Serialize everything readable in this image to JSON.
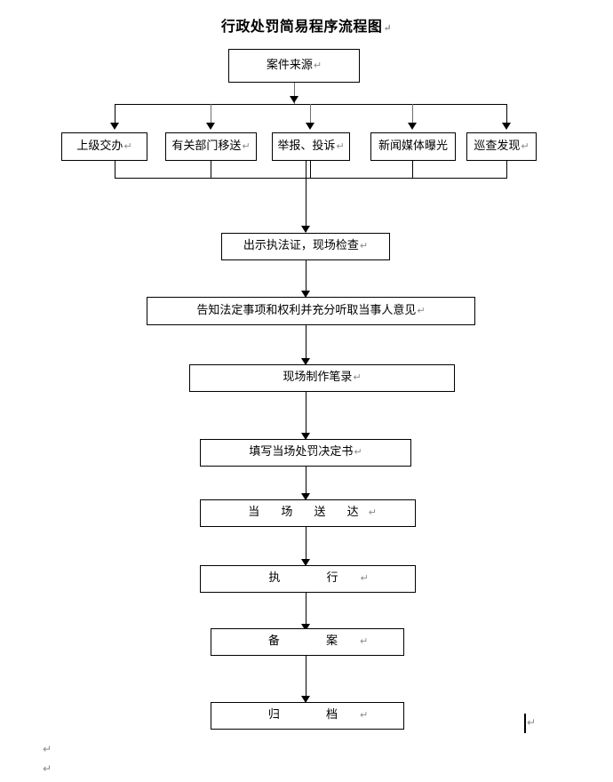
{
  "document": {
    "title": "行政处罚简易程序流程图",
    "pilcrow": "↵"
  },
  "chart_data": {
    "type": "diagram",
    "title": "行政处罚简易程序流程图",
    "orientation": "top-to-bottom",
    "nodes": [
      {
        "id": "source",
        "label": "案件来源",
        "level": 0
      },
      {
        "id": "src1",
        "label": "上级交办",
        "level": 1
      },
      {
        "id": "src2",
        "label": "有关部门移送",
        "level": 1
      },
      {
        "id": "src3",
        "label": "举报、投诉",
        "level": 1
      },
      {
        "id": "src4",
        "label": "新闻媒体曝光",
        "level": 1
      },
      {
        "id": "src5",
        "label": "巡查发现",
        "level": 1
      },
      {
        "id": "inspect",
        "label": "出示执法证，现场检查",
        "level": 2
      },
      {
        "id": "notify",
        "label": "告知法定事项和权利并充分听取当事人意见",
        "level": 3
      },
      {
        "id": "record",
        "label": "现场制作笔录",
        "level": 4
      },
      {
        "id": "decision",
        "label": "填写当场处罚决定书",
        "level": 5
      },
      {
        "id": "serve",
        "label": "当 场 送 达",
        "level": 6
      },
      {
        "id": "execute",
        "label": "执  行",
        "level": 7
      },
      {
        "id": "filerecord",
        "label": "备  案",
        "level": 8
      },
      {
        "id": "archive",
        "label": "归  档",
        "level": 9
      }
    ],
    "edges": [
      {
        "from": "source",
        "to": "src1"
      },
      {
        "from": "source",
        "to": "src2"
      },
      {
        "from": "source",
        "to": "src3"
      },
      {
        "from": "source",
        "to": "src4"
      },
      {
        "from": "source",
        "to": "src5"
      },
      {
        "from": "src1",
        "to": "inspect"
      },
      {
        "from": "src2",
        "to": "inspect"
      },
      {
        "from": "src3",
        "to": "inspect"
      },
      {
        "from": "src4",
        "to": "inspect"
      },
      {
        "from": "src5",
        "to": "inspect"
      },
      {
        "from": "inspect",
        "to": "notify"
      },
      {
        "from": "notify",
        "to": "record"
      },
      {
        "from": "record",
        "to": "decision"
      },
      {
        "from": "decision",
        "to": "serve"
      },
      {
        "from": "serve",
        "to": "execute"
      },
      {
        "from": "execute",
        "to": "filerecord"
      },
      {
        "from": "filerecord",
        "to": "archive"
      }
    ],
    "colors": {
      "box_border": "#000000",
      "box_fill": "#ffffff",
      "connector": "#6e6e6e",
      "arrowhead": "#000000",
      "text": "#000000",
      "pilcrow": "#8a8a8a"
    }
  },
  "boxes": {
    "source": {
      "label": "案件来源"
    },
    "src1": {
      "label": "上级交办"
    },
    "src2": {
      "label": "有关部门移送"
    },
    "src3": {
      "label": "举报、投诉"
    },
    "src4": {
      "label": "新闻媒体曝光"
    },
    "src5": {
      "label": "巡查发现"
    },
    "inspect": {
      "label": "出示执法证，现场检查"
    },
    "notify": {
      "label": "告知法定事项和权利并充分听取当事人意见"
    },
    "record": {
      "label": "现场制作笔录"
    },
    "decision": {
      "label": "填写当场处罚决定书"
    },
    "serve": {
      "label": "当 场 送 达"
    },
    "execute": {
      "label": "执 行"
    },
    "filerecord": {
      "label": "备 案"
    },
    "archive": {
      "label": "归 档"
    }
  },
  "marks": {
    "bottom_left_1": "↵",
    "bottom_left_2": "↵",
    "cursor_mark": "↵"
  }
}
